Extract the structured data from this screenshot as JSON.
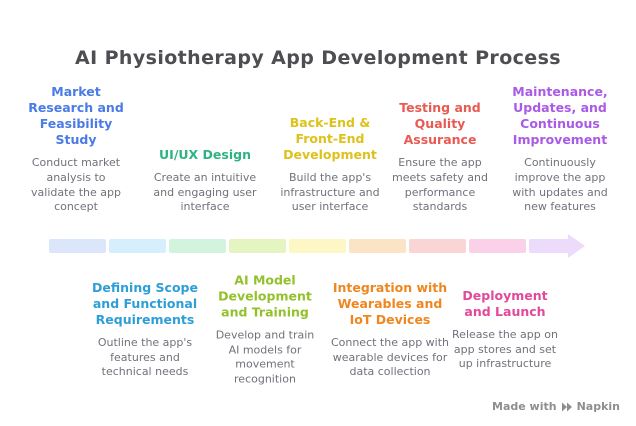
{
  "title": "AI Physiotherapy App Development Process",
  "stages_top": [
    {
      "title": "Market Research and Feasibility Study",
      "description": "Conduct market analysis to validate the app concept",
      "color": "#4a7be6"
    },
    {
      "title": "UI/UX Design",
      "description": "Create an intuitive and engaging user interface",
      "color": "#2eb382"
    },
    {
      "title": "Back-End & Front-End Development",
      "description": "Build the app's infrastructure and user interface",
      "color": "#dec11c"
    },
    {
      "title": "Testing and Quality Assurance",
      "description": "Ensure the app meets safety and performance standards",
      "color": "#e85a52"
    },
    {
      "title": "Maintenance, Updates, and Continuous Improvement",
      "description": "Continuously improve the app with updates and new features",
      "color": "#a95ae6"
    }
  ],
  "stages_bottom": [
    {
      "title": "Defining Scope and Functional Requirements",
      "description": "Outline the app's features and technical needs",
      "color": "#2d9fd6"
    },
    {
      "title": "AI Model Development and Training",
      "description": "Develop and train AI models for movement recognition",
      "color": "#93c12b"
    },
    {
      "title": "Integration with Wearables and IoT Devices",
      "description": "Connect the app with wearable devices for data collection",
      "color": "#f0861f"
    },
    {
      "title": "Deployment and Launch",
      "description": "Release the app on app stores and set up infrastructure",
      "color": "#e2499b"
    }
  ],
  "arrow": {
    "segment_colors": [
      "#dce6fb",
      "#d6effc",
      "#d2f4df",
      "#e4f5c2",
      "#fcf7c5",
      "#fbe3c6",
      "#f9d5d5",
      "#fad1e9",
      "#ecdbfb"
    ],
    "head_color": "#ecdbfb"
  },
  "footer": {
    "made_with": "Made with",
    "brand": "Napkin",
    "text_color": "#8e8e8e"
  }
}
